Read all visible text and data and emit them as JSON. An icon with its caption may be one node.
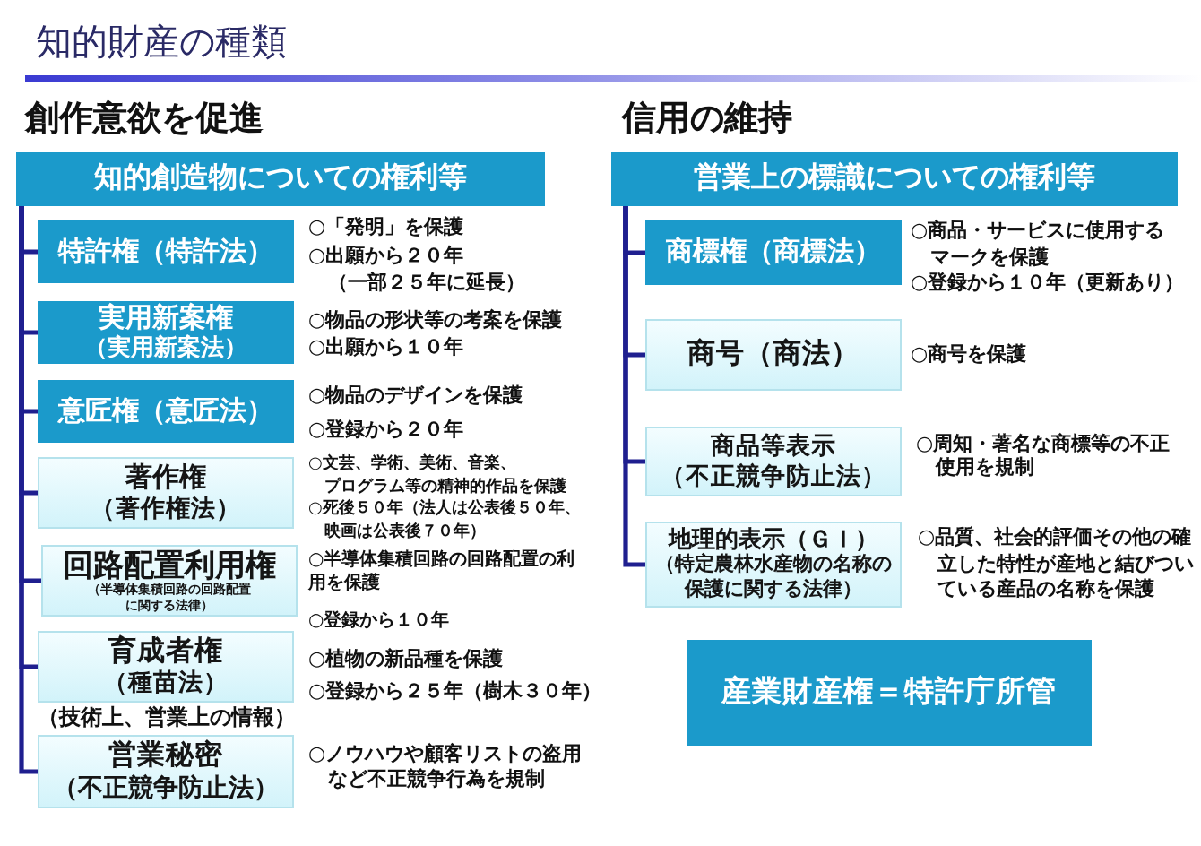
{
  "diagram": {
    "title": "知的財産の種類",
    "nodes": [
      {
        "text": [
          "知的創造物についての権利等"
        ]
      },
      {
        "text": [
          "特許権（特許法）"
        ],
        "beside": [
          "○「発明」を保護",
          "○出願から２０年（一部２５年に延長）"
        ]
      },
      {
        "text": [
          "実用新案権",
          "（実用新案法）"
        ],
        "beside": [
          "○物品の形状等の考案を保護",
          "○出願から１０年"
        ]
      },
      {
        "text": [
          "意匠権（意匠法）"
        ],
        "beside": [
          "○物品のデザインを保護",
          "○登録から２０年"
        ]
      },
      {
        "text": [
          "著作権",
          "（著作権法）"
        ],
        "beside": [
          "○文芸、学術、美術、音楽、プログラム等の精神的作品を保護",
          "○死後５０年（法人は公表後５０年、映画は公表後７０年）"
        ]
      },
      {
        "text": [
          "回路配置利用権",
          "（半導体集積回路の回路配置に関する法律）"
        ],
        "beside": [
          "○半導体集積回路の回路配置の利用を保護",
          "○登録から１０年"
        ]
      },
      {
        "text": [
          "育成者権",
          "（種苗法）"
        ],
        "beside": [
          "○植物の新品種を保護",
          "○登録から２５年（樹木３０年）"
        ]
      },
      {
        "text": [
          "営業秘密",
          "（不正競争防止法）"
        ],
        "beside": [
          "○ノウハウや顧客リストの盗用など不正競争行為を規制"
        ]
      },
      {
        "text": [
          "営業上の標識についての権利等"
        ]
      },
      {
        "text": [
          "商標権（商標法）"
        ],
        "beside": [
          "○商品・サービスに使用するマークを保護",
          "○登録から１０年（更新あり）"
        ]
      },
      {
        "text": [
          "商号（商法）"
        ],
        "beside": [
          "○商号を保護"
        ]
      },
      {
        "text": [
          "商品等表示",
          "（不正競争防止法）"
        ],
        "beside": [
          "○周知・著名な商標等の不正使用を規制"
        ]
      },
      {
        "text": [
          "地理的表示（ＧＩ）",
          "（特定農林水産物の名称の保護に関する法律）"
        ],
        "beside": [
          "○品質、社会的評価その他の確立した特性が産地と結びついている産品の名称を保護"
        ]
      },
      {
        "text": [
          "産業財産権＝特許庁所管"
        ]
      }
    ],
    "edges": [
      {
        "from": 0,
        "to": 1,
        "arrow": "none"
      },
      {
        "from": 0,
        "to": 2,
        "arrow": "none"
      },
      {
        "from": 0,
        "to": 3,
        "arrow": "none"
      },
      {
        "from": 0,
        "to": 4,
        "arrow": "none"
      },
      {
        "from": 0,
        "to": 5,
        "arrow": "none"
      },
      {
        "from": 0,
        "to": 6,
        "arrow": "none"
      },
      {
        "from": 0,
        "to": 7,
        "arrow": "none"
      },
      {
        "from": 8,
        "to": 9,
        "arrow": "none"
      },
      {
        "from": 8,
        "to": 10,
        "arrow": "none"
      },
      {
        "from": 8,
        "to": 11,
        "arrow": "none"
      },
      {
        "from": 8,
        "to": 12,
        "arrow": "none"
      }
    ],
    "labels": [
      "創作意欲を促進",
      "信用の維持",
      "（技術上、営業上の情報）"
    ]
  }
}
